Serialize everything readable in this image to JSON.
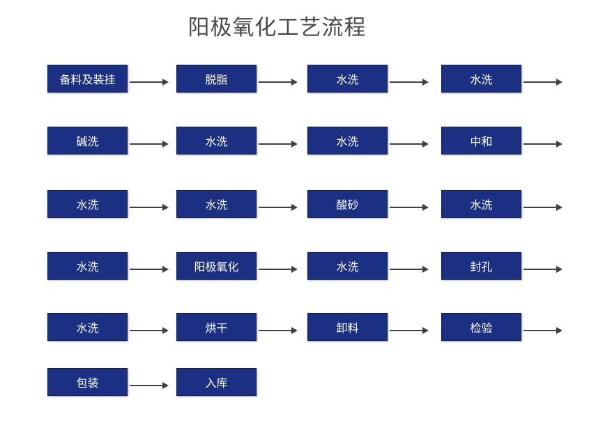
{
  "title": "阳极氧化工艺流程",
  "steps": [
    "备料及装挂",
    "脱脂",
    "水洗",
    "水洗",
    "碱洗",
    "水洗",
    "水洗",
    "中和",
    "水洗",
    "水洗",
    "酸砂",
    "水洗",
    "水洗",
    "阳极氧化",
    "水洗",
    "封孔",
    "水洗",
    "烘干",
    "卸料",
    "检验",
    "包装",
    "入库"
  ],
  "colors": {
    "box_fill": "#1c3083",
    "box_text": "#ffffff",
    "arrow": "#404040",
    "title": "#4a4a4a"
  }
}
